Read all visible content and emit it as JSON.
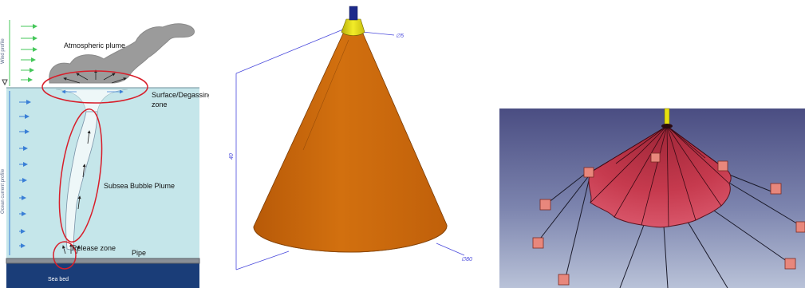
{
  "plume_diagram": {
    "labels": {
      "atmospheric": "Atmospheric plume",
      "surface_line1": "Surface/Degassing",
      "surface_line2": "zone",
      "bubble": "Subsea Bubble Plume",
      "release": "Release zone",
      "pipe": "Pipe",
      "seabed": "Sea bed",
      "wind_profile": "Wind profile",
      "current_profile": "Ocean current profile"
    },
    "colors": {
      "sea": "#c5e6ea",
      "seabed": "#1a3d78",
      "highlight": "#d81e2a",
      "wind_arrow": "#45c75a",
      "current_arrow": "#3a7fd6"
    }
  },
  "cone_model": {
    "dimensions": {
      "top_diameter": "∅5",
      "height": "40",
      "base_diameter": "∅80"
    },
    "colors": {
      "body": "#cc6a10",
      "collar": "#e8e010",
      "pipe": "#1d2a8a",
      "dimension_line": "#4a4adc"
    }
  },
  "umbrella_model": {
    "colors": {
      "canopy": "#c63a4e",
      "background_top": "#4a4d82",
      "background_bottom": "#b9c2d8",
      "anchor": "#e8877c",
      "stem": "#e8e010"
    }
  }
}
